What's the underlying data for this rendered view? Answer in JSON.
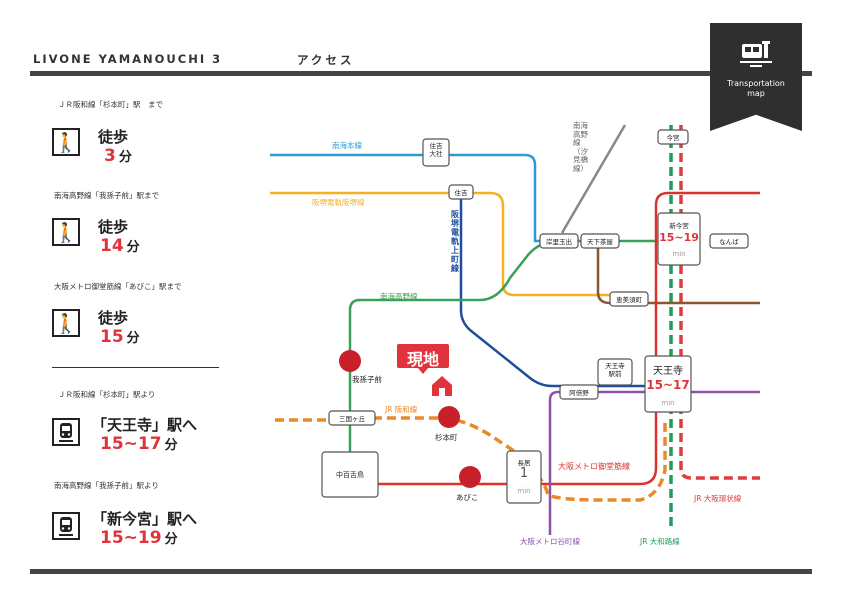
{
  "header": {
    "brand": "LIVONE YAMANOUCHI 3",
    "section": "アクセス"
  },
  "badge": {
    "line1": "Transportation",
    "line2": "map",
    "icon": "train-icon"
  },
  "walk_routes": [
    {
      "heading": "ＪＲ阪和線「杉本町」駅　まで",
      "label": "徒歩",
      "minutes": "3",
      "unit": "分",
      "icon": "walking-person-icon"
    },
    {
      "heading": "南海高野線「我孫子前」駅まで",
      "label": "徒歩",
      "minutes": "14",
      "unit": "分",
      "icon": "walking-person-icon"
    },
    {
      "heading": "大阪メトロ御堂筋線「あびこ」駅まで",
      "label": "徒歩",
      "minutes": "15",
      "unit": "分",
      "icon": "walking-person-icon"
    }
  ],
  "train_routes": [
    {
      "heading": "ＪＲ阪和線「杉本町」駅より",
      "destination": "「天王寺」駅へ",
      "minutes": "15~17",
      "unit": "分",
      "icon": "train-icon"
    },
    {
      "heading": "南海高野線「我孫子前」駅より",
      "destination": "「新今宮」駅へ",
      "minutes": "15~19",
      "unit": "分",
      "icon": "train-icon"
    }
  ],
  "map": {
    "current_location": "現地",
    "stations": {
      "sumiyoshi_taisha": "住吉\n大社",
      "sumiyoshi": "住吉",
      "imamiya": "今宮",
      "kishinosato": "岸里玉出",
      "tengachaya": "天下茶屋",
      "shin_imamiya": "新今宮",
      "shin_imamiya_time": "15~19",
      "namba": "なんば",
      "ebisucho": "恵美須町",
      "tennoji_ekimae": "天王寺\n駅前",
      "tennoji": "天王寺",
      "tennoji_time": "15~17",
      "abeno": "阿倍野",
      "abikomae": "我孫子前",
      "mikunigaoka": "三国ヶ丘",
      "sugimotocho": "杉本町",
      "nakamozu": "中百舌鳥",
      "abiko": "あびこ",
      "nagai": "長居",
      "nagai_time": "1",
      "min": "min"
    },
    "lines": {
      "nankai_main": "南海本線",
      "hankai": "阪堺電軌阪堺線",
      "uemachi": "阪堺電軌上町線",
      "koya": "南海高野線",
      "shiomibashi": "南海高野線（汐見橋線）",
      "jr_hanwa": "JR 阪和線",
      "midosuji": "大阪メトロ御堂筋線",
      "tanimachi": "大阪メトロ谷町線",
      "yamatoji": "JR 大和路線",
      "loop": "JR 大阪環状線"
    },
    "colors": {
      "nankai_main": "#2f9bd3",
      "hankai": "#f4b223",
      "uemachi": "#1f4e9c",
      "koya": "#3aa05a",
      "shiomibashi": "#888888",
      "jr_hanwa": "#e8892a",
      "midosuji": "#d9342b",
      "tanimachi": "#8c52a8",
      "yamatoji": "#1e9e5a",
      "loop": "#e03c3c",
      "brown": "#8a5630",
      "accent": "#e0333b"
    }
  }
}
